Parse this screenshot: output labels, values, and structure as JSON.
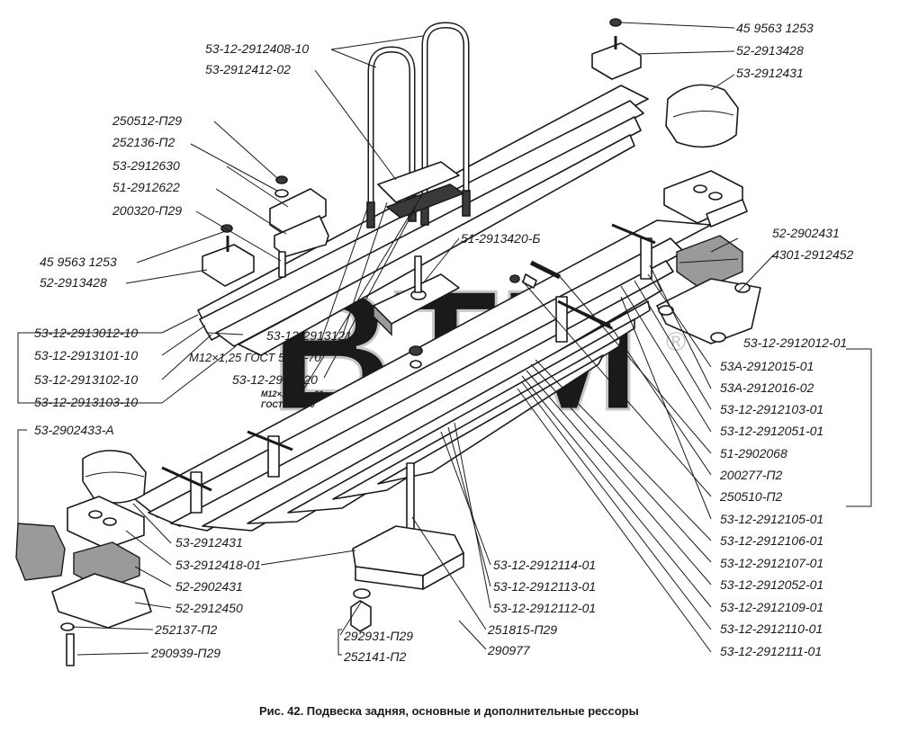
{
  "caption": "Рис. 42. Подвеска задняя, основные и дополнительные рессоры",
  "watermark": "BTM",
  "watermark_mark": "®",
  "notes": {
    "bolt_thread_1": "M12×1,25 ГОСТ 5915-70",
    "bolt_thread_2a": "M12×1,25-6g×60",
    "bolt_thread_2b": "ГОСТ 7798-70"
  },
  "labels": {
    "l01": "45 9563 1253",
    "l02": "52-2913428",
    "l03": "53-2912431",
    "l04": "53-12-2912408-10",
    "l05": "53-2912412-02",
    "l06": "250512-П29",
    "l07": "252136-П2",
    "l08": "53-2912630",
    "l09": "51-2912622",
    "l10": "200320-П29",
    "l11": "45 9563 1253",
    "l12": "52-2913428",
    "l13": "51-2913420-Б",
    "l14": "52-2902431",
    "l15": "4301-2912452",
    "l16": "53-12-2913012-10",
    "l17": "53-12-2913101-10",
    "l18": "53-12-2913102-10",
    "l19": "53-12-2913103-10",
    "l20": "53-12-2913121",
    "l21": "53-12-2913120",
    "l22": "53-12-2912012-01",
    "l23": "53А-2912015-01",
    "l24": "53А-2912016-02",
    "l25": "53-12-2912103-01",
    "l26": "53-12-2912051-01",
    "l27": "51-2902068",
    "l28": "200277-П2",
    "l29": "250510-П2",
    "l30": "53-12-2912105-01",
    "l31": "53-12-2912106-01",
    "l32": "53-12-2912107-01",
    "l33": "53-12-2912052-01",
    "l34": "53-12-2912109-01",
    "l35": "53-12-2912110-01",
    "l36": "53-12-2912111-01",
    "l37": "53-2902433-А",
    "l38": "53-2912431",
    "l39": "53-2912418-01",
    "l40": "52-2902431",
    "l41": "52-2912450",
    "l42": "252137-П2",
    "l43": "290939-П29",
    "l44": "53-12-2912114-01",
    "l45": "53-12-2912113-01",
    "l46": "53-12-2912112-01",
    "l47": "251815-П29",
    "l48": "290977",
    "l49": "292931-П29",
    "l50": "252141-П2"
  }
}
